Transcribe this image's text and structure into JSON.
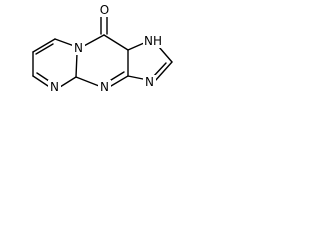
{
  "structure": {
    "atoms": {
      "carbonyl_oxygen": "O",
      "bridgehead_nitrogen": "N",
      "pyrimidine_nitrogen": "N",
      "ring_fusion_nitrogen": "N",
      "imidazole_nh": "NH",
      "imidazole_nitrogen": "N"
    }
  }
}
